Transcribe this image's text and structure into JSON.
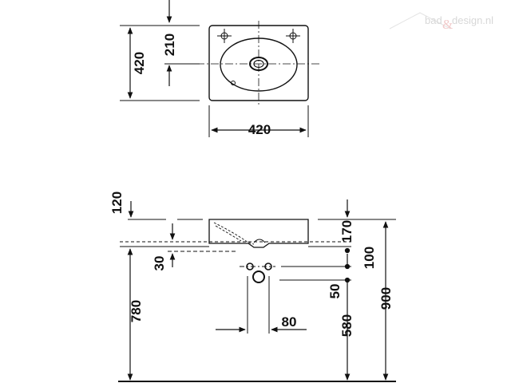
{
  "watermark": {
    "brand": "bad&design.nl",
    "left_part": "bad",
    "amp": "&",
    "right_part": "design.nl"
  },
  "top_view": {
    "height_dim": "420",
    "mid_dim": "210",
    "width_dim": "420"
  },
  "side_view": {
    "top_offset_dim": "120",
    "rim_dim": "170",
    "drain_gap_dim": "30",
    "waste_dim": "100",
    "pipe_gap_dim": "50",
    "outlet_width_dim": "80",
    "floor_to_outlet_dim": "580",
    "floor_to_rim_dim": "780",
    "total_height_dim": "900"
  },
  "colors": {
    "line": "#111111",
    "watermark_text": "#b8b8b8",
    "watermark_accent": "#e6a0a0"
  }
}
